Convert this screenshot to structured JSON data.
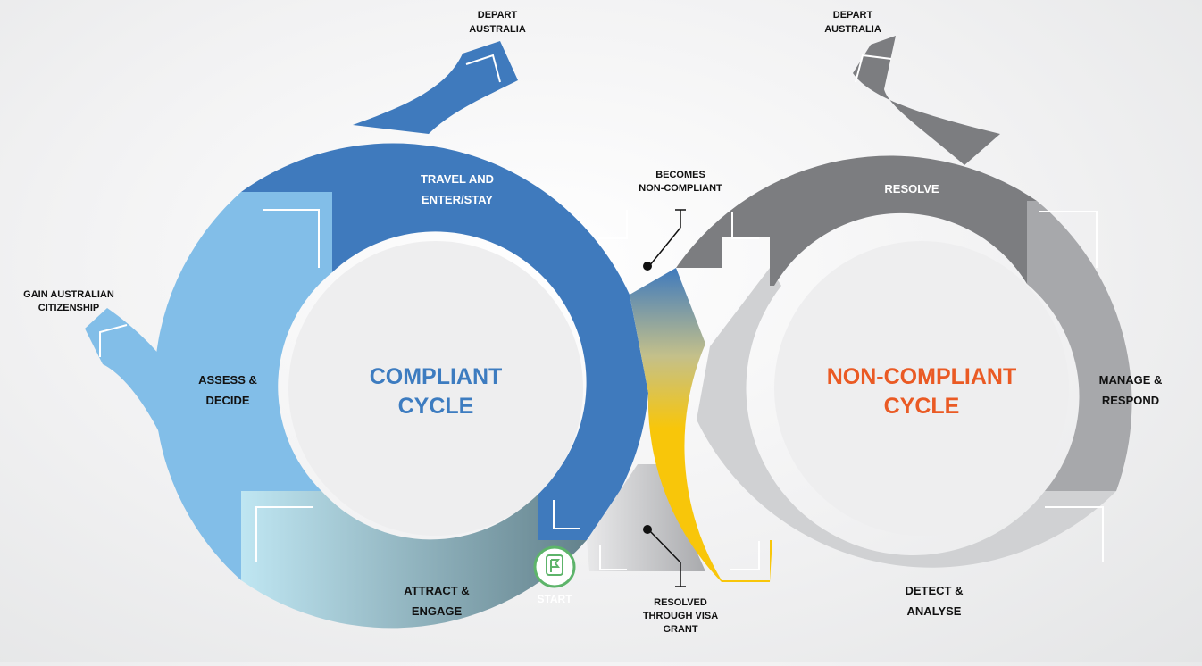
{
  "compliant": {
    "title_line1": "COMPLIANT",
    "title_line2": "CYCLE",
    "title_color": "#3d7cc0",
    "segments": {
      "travel": {
        "line1": "TRAVEL AND",
        "line2": "ENTER/STAY",
        "color": "#3f7abd"
      },
      "assess": {
        "line1": "ASSESS &",
        "line2": "DECIDE",
        "color": "#82bee8"
      },
      "attract": {
        "line1": "ATTRACT &",
        "line2": "ENGAGE",
        "color_start": "#bfe6f2",
        "color_end": "#5e7c86"
      }
    },
    "exit_depart": {
      "line1": "DEPART",
      "line2": "AUSTRALIA"
    },
    "exit_citizenship": {
      "line1": "GAIN AUSTRALIAN",
      "line2": "CITIZENSHIP"
    },
    "start_label": "START",
    "start_color": "#5db46a"
  },
  "non_compliant": {
    "title_line1": "NON-COMPLIANT",
    "title_line2": "CYCLE",
    "title_color": "#ea5a24",
    "segments": {
      "resolve": {
        "line1": "RESOLVE",
        "color": "#7c7d80"
      },
      "manage": {
        "line1": "MANAGE &",
        "line2": "RESPOND",
        "color": "#a7a8ab"
      },
      "detect": {
        "line1": "DETECT &",
        "line2": "ANALYSE",
        "color": "#d0d1d3"
      }
    },
    "exit_depart": {
      "line1": "DEPART",
      "line2": "AUSTRALIA"
    }
  },
  "transitions": {
    "becomes": {
      "line1": "BECOMES",
      "line2": "NON-COMPLIANT",
      "color": "#f8c60a"
    },
    "resolved": {
      "line1": "RESOLVED",
      "line2": "THROUGH VISA",
      "line3": "GRANT"
    }
  }
}
